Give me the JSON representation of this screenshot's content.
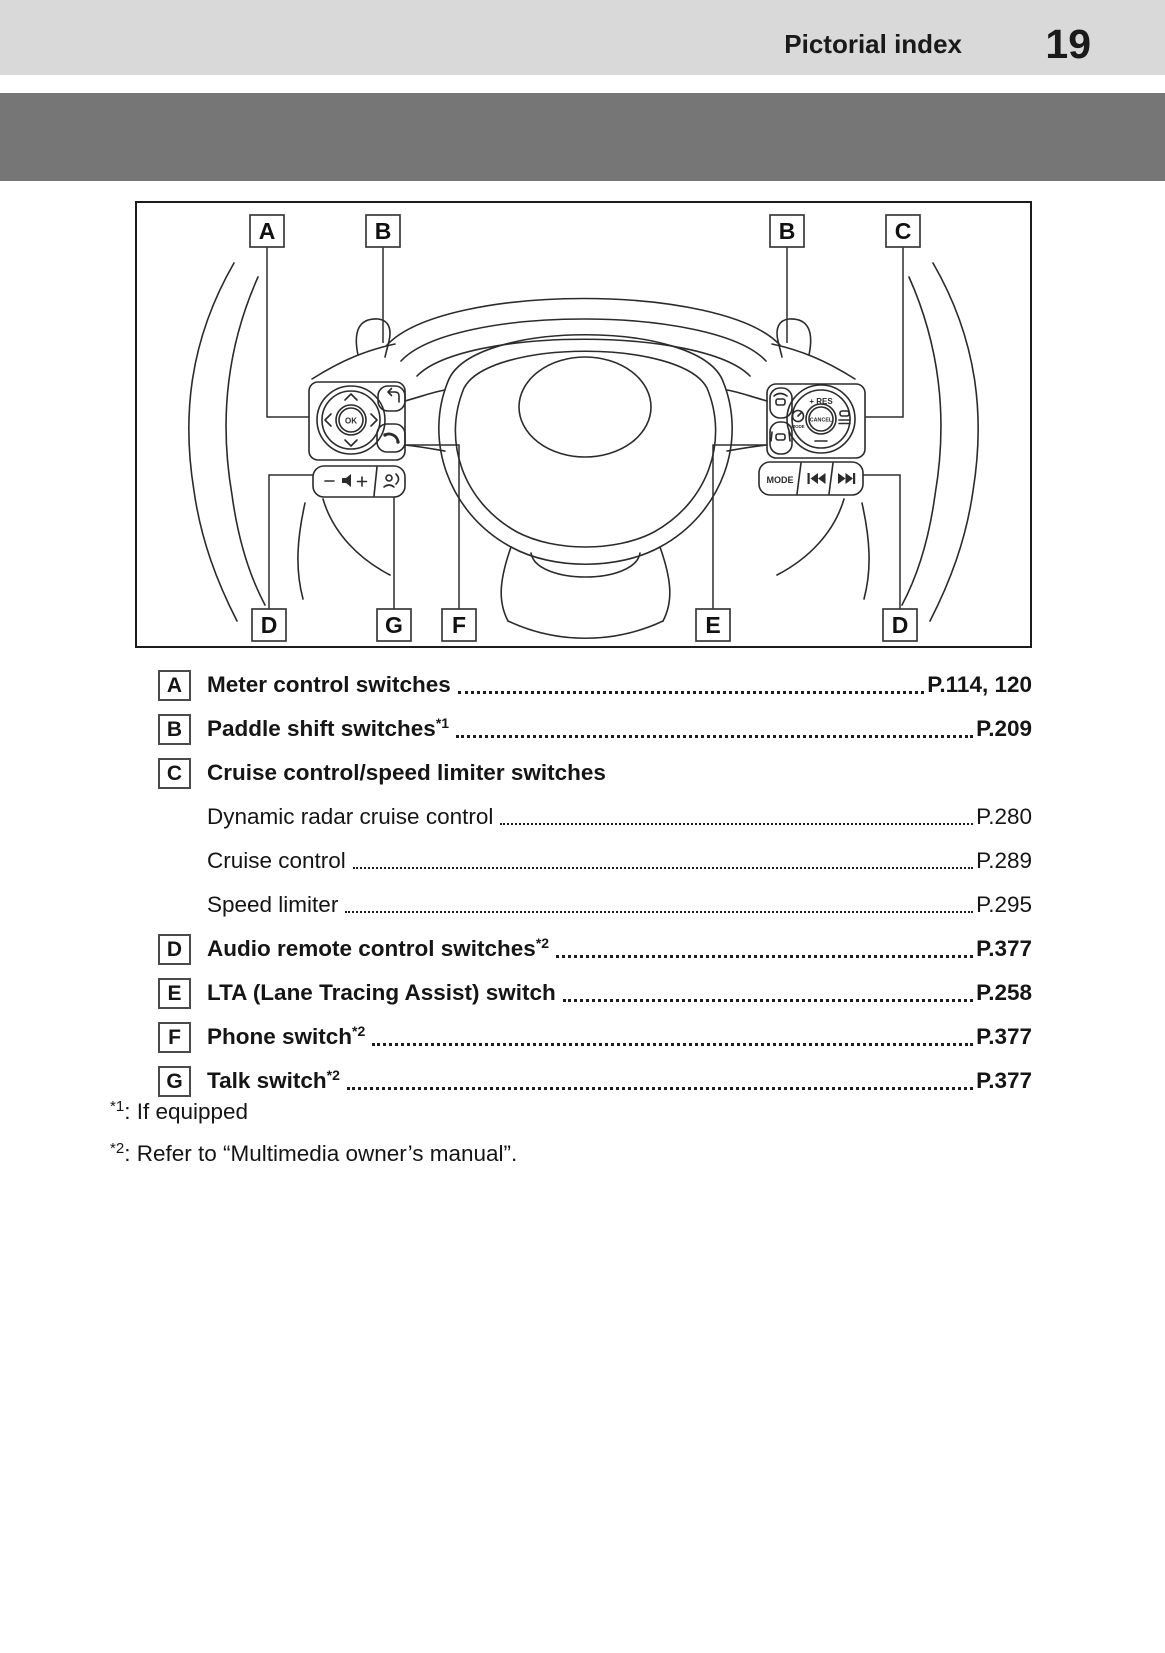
{
  "header": {
    "section_title": "Pictorial index",
    "page_number": "19"
  },
  "diagram": {
    "callouts_top": [
      {
        "letter": "A"
      },
      {
        "letter": "B"
      },
      {
        "letter": "B"
      },
      {
        "letter": "C"
      }
    ],
    "callouts_bottom": [
      {
        "letter": "D"
      },
      {
        "letter": "G"
      },
      {
        "letter": "F"
      },
      {
        "letter": "E"
      },
      {
        "letter": "D"
      }
    ],
    "labels": {
      "ok": "OK",
      "res": "+ RES",
      "cancel": "CANCEL",
      "mode": "MODE"
    },
    "icons": [
      "dpad-up-icon",
      "dpad-down-icon",
      "dpad-left-icon",
      "dpad-right-icon",
      "back-icon",
      "phone-icon",
      "volume-minus-icon",
      "speaker-icon",
      "volume-plus-icon",
      "talk-icon",
      "radar-cruise-icon",
      "lta-lane-icon",
      "speed-mode-icon",
      "vehicle-distance-icon",
      "prev-track-icon",
      "next-track-icon",
      "paddle-shifter-left",
      "paddle-shifter-right"
    ]
  },
  "index": {
    "rows": [
      {
        "letter": "A",
        "label": "Meter control switches",
        "sup": "",
        "page": "P.114, 120"
      },
      {
        "letter": "B",
        "label": "Paddle shift switches",
        "sup": "*1",
        "page": "P.209"
      },
      {
        "letter": "C",
        "label": "Cruise control/speed limiter switches",
        "sup": "",
        "page": ""
      },
      {
        "letter": "",
        "label": "Dynamic radar cruise control",
        "sup": "",
        "page": "P.280"
      },
      {
        "letter": "",
        "label": "Cruise control",
        "sup": "",
        "page": "P.289"
      },
      {
        "letter": "",
        "label": "Speed limiter",
        "sup": "",
        "page": "P.295"
      },
      {
        "letter": "D",
        "label": "Audio remote control switches",
        "sup": "*2",
        "page": "P.377"
      },
      {
        "letter": "E",
        "label": "LTA (Lane Tracing Assist) switch",
        "sup": "",
        "page": "P.258"
      },
      {
        "letter": "F",
        "label": "Phone switch",
        "sup": "*2",
        "page": "P.377"
      },
      {
        "letter": "G",
        "label": "Talk switch",
        "sup": "*2",
        "page": "P.377"
      }
    ]
  },
  "footnotes": [
    {
      "marker": "*1",
      "text": ": If equipped"
    },
    {
      "marker": "*2",
      "text": ": Refer to “Multimedia owner’s manual”."
    }
  ],
  "colors": {
    "band_light": "#d9d9d9",
    "band_dark": "#767676",
    "ink": "#1c1c1c"
  }
}
